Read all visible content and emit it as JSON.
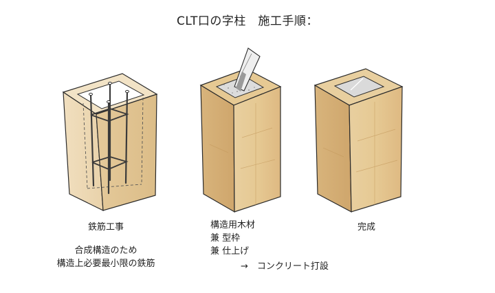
{
  "title": "CLT口の字柱　施工手順：",
  "steps": [
    {
      "heading": "鉄筋工事",
      "lines": [
        "合成構造のため",
        "構造上必要最小限の鉄筋"
      ]
    },
    {
      "lines": [
        "構造用木材",
        "兼 型枠",
        "兼 仕上げ"
      ],
      "arrow_line": "→　コンクリート打設"
    },
    {
      "heading": "完成"
    }
  ],
  "colors": {
    "wood_light": "#eedcb9",
    "wood_mid": "#e2c28f",
    "wood_dark": "#d2ac74",
    "outline": "#2a2a2a",
    "concrete": "#d8d8d8"
  }
}
